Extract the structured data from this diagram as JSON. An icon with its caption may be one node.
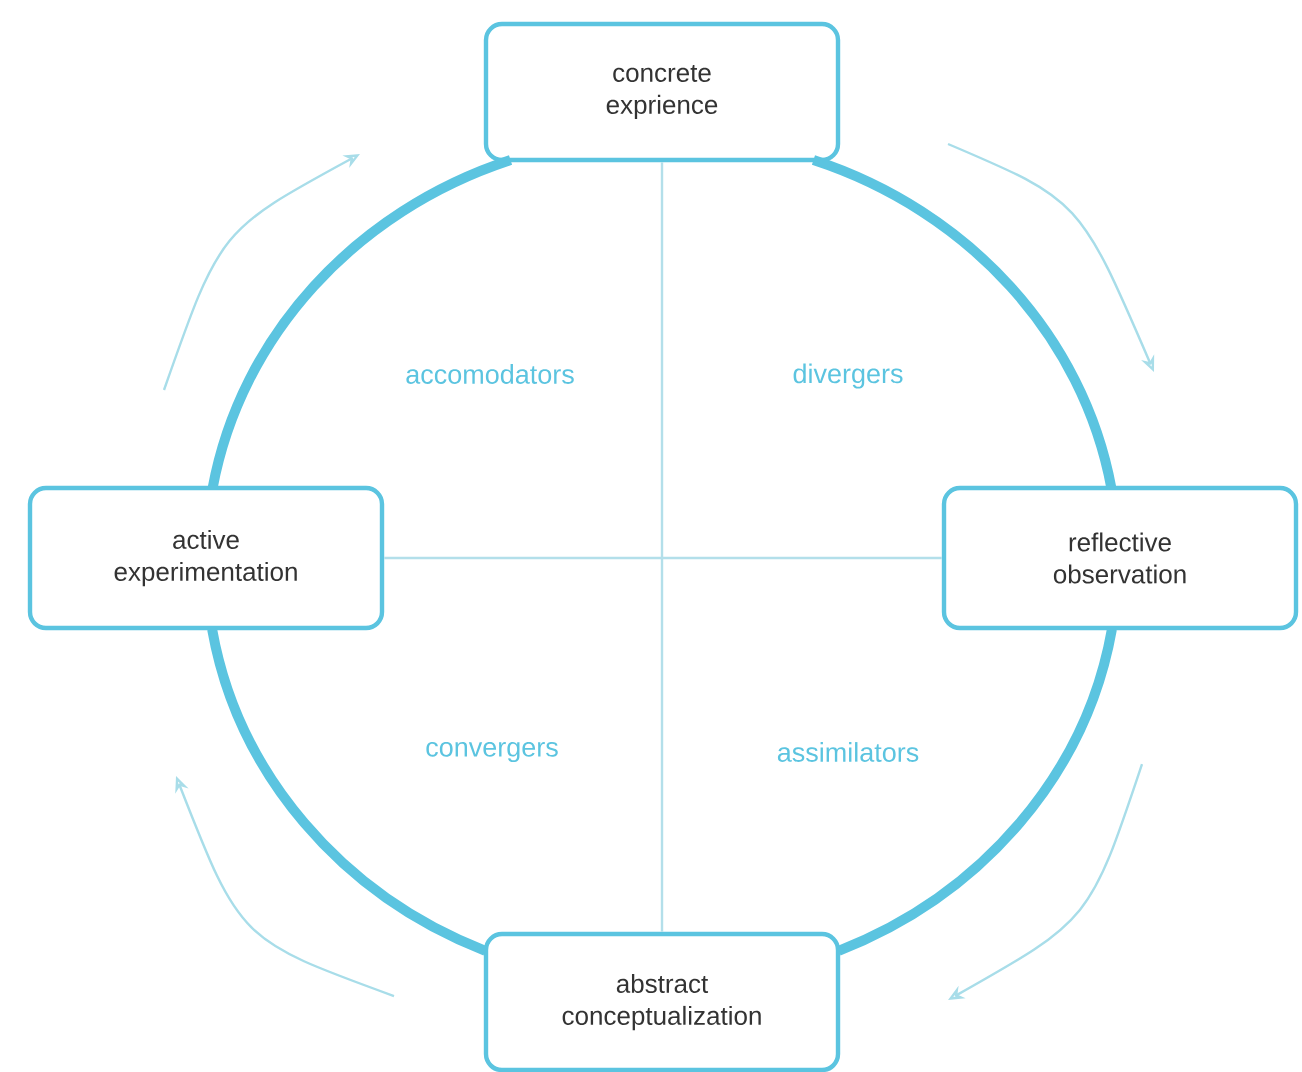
{
  "diagram": {
    "nodes": [
      {
        "text": [
          "concrete exprience"
        ]
      },
      {
        "text": [
          "reflective observation"
        ]
      },
      {
        "text": [
          "abstract conceptualization"
        ]
      },
      {
        "text": [
          "active experimentation"
        ]
      }
    ],
    "edges": [
      {
        "from": 0,
        "to": 1,
        "arrow": "none"
      },
      {
        "from": 1,
        "to": 2,
        "arrow": "none"
      },
      {
        "from": 2,
        "to": 3,
        "arrow": "none"
      },
      {
        "from": 3,
        "to": 0,
        "arrow": "none"
      },
      {
        "from": 0,
        "to": 2,
        "arrow": "none",
        "color": "#b3dfea"
      },
      {
        "from": 3,
        "to": 1,
        "arrow": "none",
        "color": "#b3dfea"
      }
    ],
    "labels": [
      "accomodators",
      "divergers",
      "convergers",
      "assimilators"
    ]
  }
}
